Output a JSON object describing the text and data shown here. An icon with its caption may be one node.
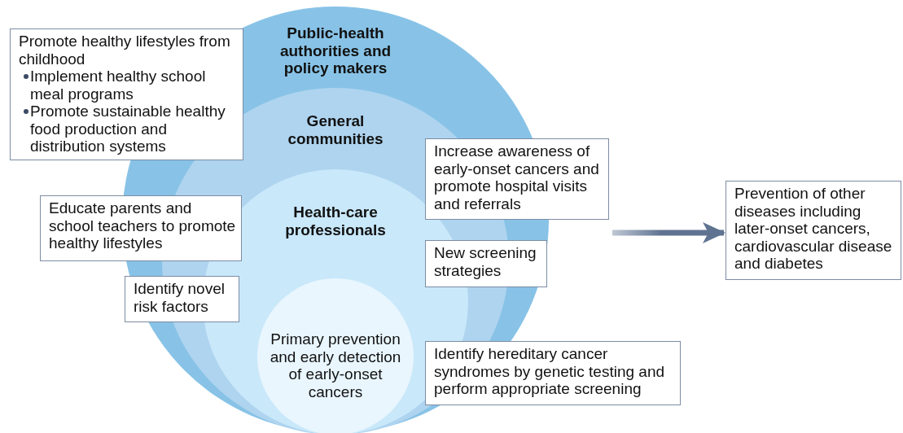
{
  "diagram": {
    "nodes": [
      {
        "text": [
          "Public-health authorities and policy makers"
        ]
      },
      {
        "text": [
          "General communities"
        ],
        "in": 0
      },
      {
        "text": [
          "Health-care professionals"
        ],
        "in": 1
      },
      {
        "text": [
          "Primary prevention and early detection of early-onset cancers"
        ],
        "in": 2
      },
      {
        "text": [
          "Promote healthy lifestyles from childhood",
          "Implement healthy school meal programs",
          "Promote sustainable healthy food production and distribution systems"
        ]
      },
      {
        "text": [
          "Educate parents and school teachers to promote healthy lifestyles"
        ]
      },
      {
        "text": [
          "Identify novel risk factors"
        ],
        "in": 0
      },
      {
        "text": [
          "Increase awareness of early-onset cancers and promote hospital visits and referrals"
        ]
      },
      {
        "text": [
          "New screening strategies"
        ],
        "in": 0
      },
      {
        "text": [
          "Identify hereditary cancer syndromes by genetic testing and perform appropriate screening"
        ]
      },
      {
        "text": [
          "Prevention of other diseases including later-onset cancers, cardiovascular disease and diabetes"
        ]
      }
    ],
    "edges": [
      {
        "from": null,
        "to": 10,
        "arrow": "to",
        "style": "thick"
      }
    ]
  }
}
